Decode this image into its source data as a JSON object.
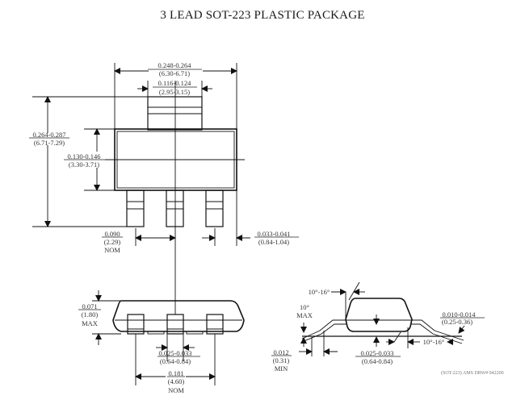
{
  "title": "3 LEAD SOT-223 PLASTIC PACKAGE",
  "top_view": {
    "overall_width": {
      "inch": "0.248-0.264",
      "mm": "(6.30-6.71)"
    },
    "tab_width": {
      "inch": "0.116-0.124",
      "mm": "(2.95-3.15)"
    },
    "overall_height": {
      "inch": "0.264-0.287",
      "mm": "(6.71-7.29)"
    },
    "body_height": {
      "inch": "0.130-0.146",
      "mm": "(3.30-3.71)"
    },
    "lead_pitch": {
      "inch": "0.090",
      "mm": "(2.29)",
      "note": "NOM"
    },
    "lead_width": {
      "inch": "0.033-0.041",
      "mm": "(0.84-1.04)"
    }
  },
  "front_view": {
    "max_height": {
      "inch": "0.071",
      "mm": "(1.80)",
      "note": "MAX"
    },
    "lead_width": {
      "inch": "0.025-0.033",
      "mm": "(0.64-0.84)"
    },
    "outer_lead_span": {
      "inch": "0.181",
      "mm": "(4.60)",
      "note": "NOM"
    }
  },
  "side_view": {
    "mold_angle": "10°-16°",
    "lead_angle_max": {
      "value": "10°",
      "note": "MAX"
    },
    "standoff": {
      "inch": "0.012",
      "mm": "(0.31)",
      "note": "MIN"
    },
    "lead_thickness": {
      "inch": "0.010-0.014",
      "mm": "(0.25-0.36)"
    },
    "lead_bend_angle": "10°-16°",
    "body_thickness": {
      "inch": "0.025-0.033",
      "mm": "(0.64-0.84)"
    }
  },
  "drawing_ref": "(SOT-223) AMS DRW# 042200"
}
